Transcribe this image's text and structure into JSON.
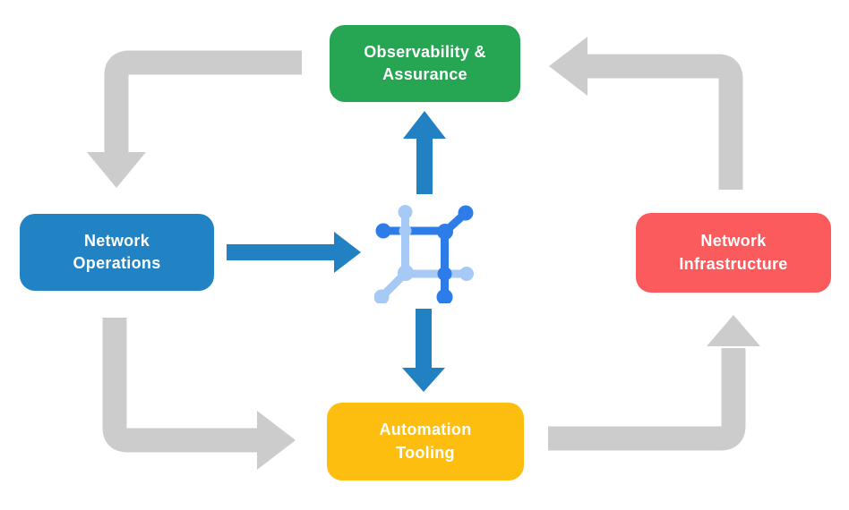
{
  "diagram": {
    "nodes": {
      "observability": {
        "label": "Observability &\nAssurance",
        "color": "#26A552"
      },
      "operations": {
        "label": "Network\nOperations",
        "color": "#2183C4"
      },
      "infrastructure": {
        "label": "Network\nInfrastructure",
        "color": "#FC5B5E"
      },
      "automation": {
        "label": "Automation\nTooling",
        "color": "#FEBE10"
      }
    },
    "center_icon": "network-topology-icon",
    "colors": {
      "background": "#FFFFFF",
      "flow_arrow": "#CCCCCC",
      "data_arrow": "#2181C3",
      "icon_dark": "#2D7CE8",
      "icon_light": "#A6C9F5",
      "label_text": "#FFFFFF"
    },
    "flows": [
      {
        "from": "Observability & Assurance",
        "to": "Network Operations",
        "style": "gray"
      },
      {
        "from": "Network Infrastructure",
        "to": "Observability & Assurance",
        "style": "gray"
      },
      {
        "from": "Network Operations",
        "to": "Automation Tooling",
        "style": "gray"
      },
      {
        "from": "Automation Tooling",
        "to": "Network Infrastructure",
        "style": "gray"
      },
      {
        "from": "Network Operations",
        "to": "center-icon",
        "style": "blue"
      },
      {
        "from": "center-icon",
        "to": "Observability & Assurance",
        "style": "blue"
      },
      {
        "from": "center-icon",
        "to": "Automation Tooling",
        "style": "blue"
      }
    ]
  }
}
